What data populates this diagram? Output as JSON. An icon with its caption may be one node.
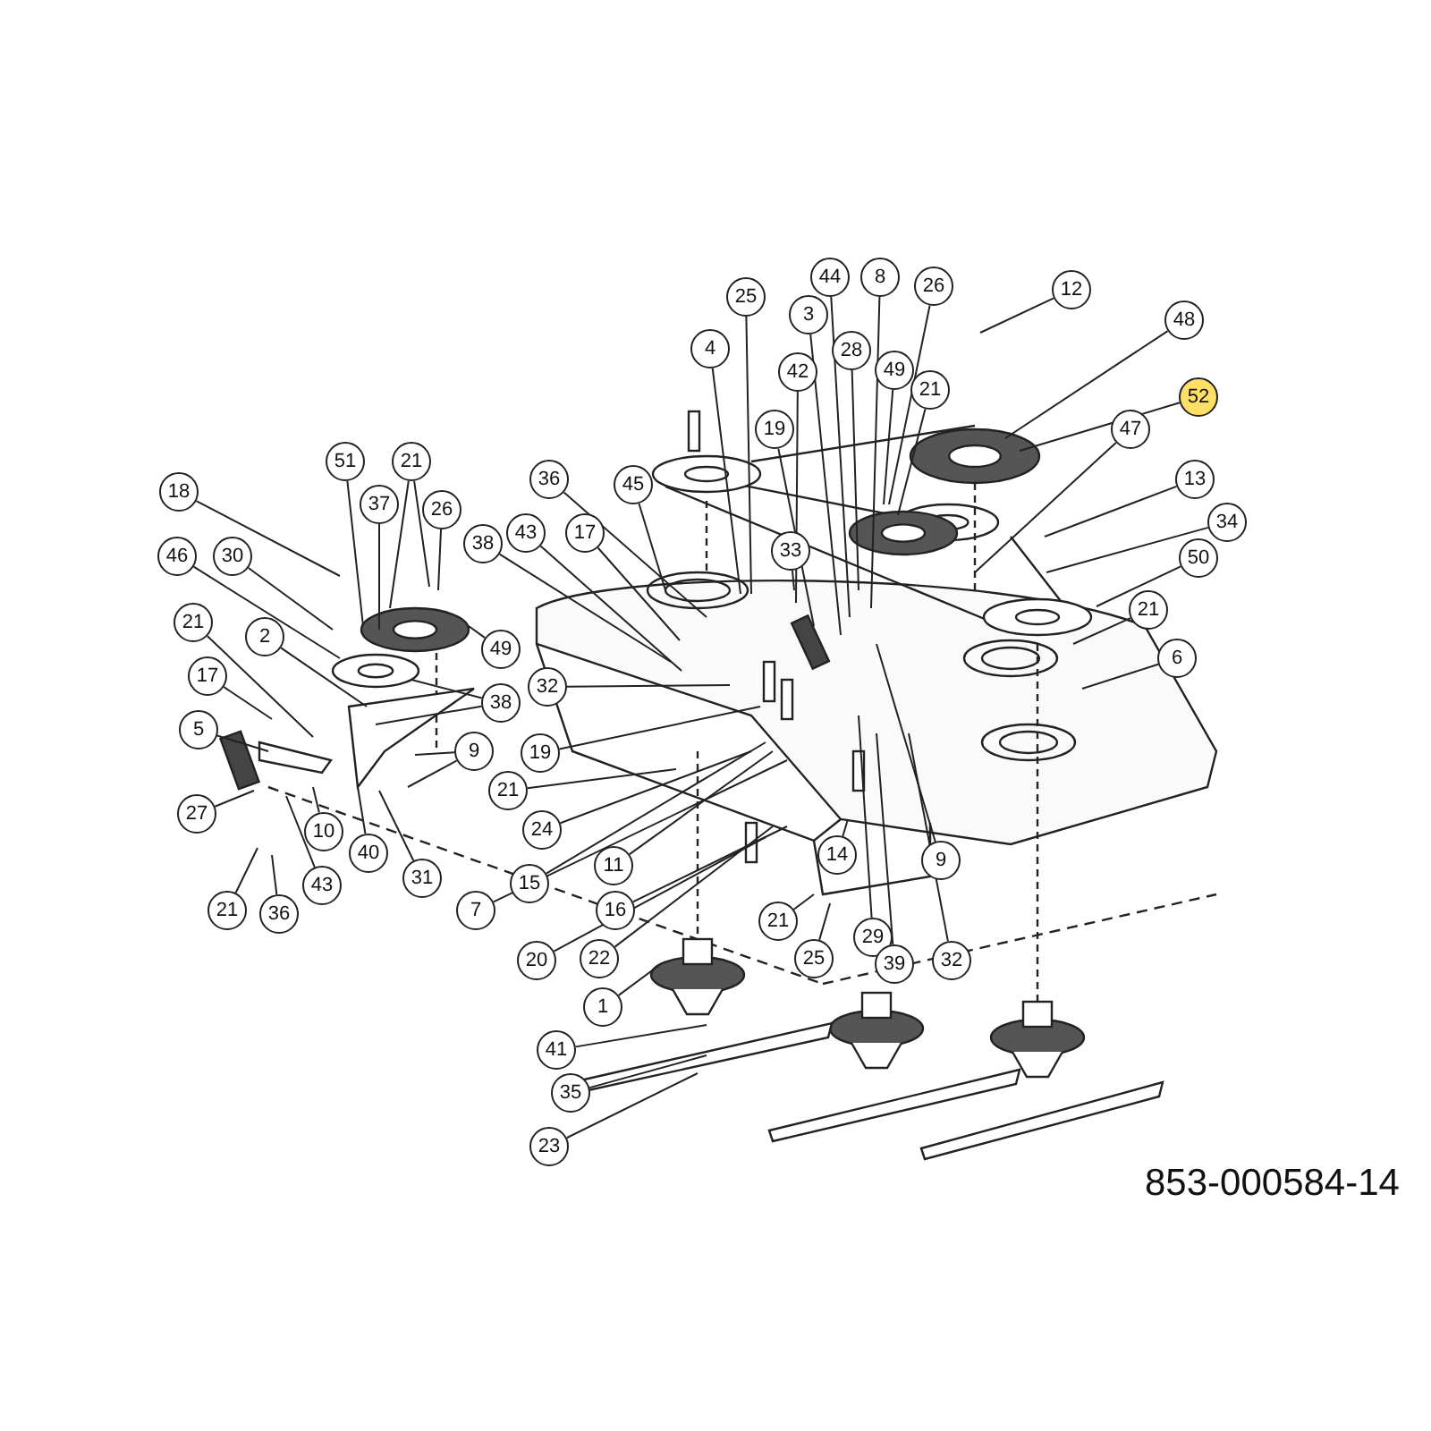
{
  "diagram": {
    "nodes": [
      {
        "text": [
          "18"
        ]
      },
      {
        "text": [
          "51"
        ]
      },
      {
        "text": [
          "21"
        ]
      },
      {
        "text": [
          "37"
        ]
      },
      {
        "text": [
          "26"
        ]
      },
      {
        "text": [
          "30"
        ]
      },
      {
        "text": [
          "46"
        ]
      },
      {
        "text": [
          "49"
        ]
      },
      {
        "text": [
          "2"
        ]
      },
      {
        "text": [
          "21"
        ]
      },
      {
        "text": [
          "38"
        ]
      },
      {
        "text": [
          "17"
        ]
      },
      {
        "text": [
          "5"
        ]
      },
      {
        "text": [
          "9"
        ]
      },
      {
        "text": [
          "27"
        ]
      },
      {
        "text": [
          "10"
        ]
      },
      {
        "text": [
          "43"
        ]
      },
      {
        "text": [
          "40"
        ]
      },
      {
        "text": [
          "31"
        ]
      },
      {
        "text": [
          "21"
        ]
      },
      {
        "text": [
          "36"
        ]
      },
      {
        "text": [
          "25"
        ]
      },
      {
        "text": [
          "44"
        ]
      },
      {
        "text": [
          "8"
        ]
      },
      {
        "text": [
          "26"
        ]
      },
      {
        "text": [
          "12"
        ]
      },
      {
        "text": [
          "3"
        ]
      },
      {
        "text": [
          "48"
        ]
      },
      {
        "text": [
          "4"
        ]
      },
      {
        "text": [
          "28"
        ]
      },
      {
        "text": [
          "42"
        ]
      },
      {
        "text": [
          "49"
        ]
      },
      {
        "text": [
          "21"
        ]
      },
      {
        "text": [
          "52"
        ]
      },
      {
        "text": [
          "19"
        ]
      },
      {
        "text": [
          "47"
        ]
      },
      {
        "text": [
          "36"
        ]
      },
      {
        "text": [
          "45"
        ]
      },
      {
        "text": [
          "13"
        ]
      },
      {
        "text": [
          "34"
        ]
      },
      {
        "text": [
          "38"
        ]
      },
      {
        "text": [
          "43"
        ]
      },
      {
        "text": [
          "17"
        ]
      },
      {
        "text": [
          "33"
        ]
      },
      {
        "text": [
          "50"
        ]
      },
      {
        "text": [
          "21"
        ]
      },
      {
        "text": [
          "32"
        ]
      },
      {
        "text": [
          "6"
        ]
      },
      {
        "text": [
          "19"
        ]
      },
      {
        "text": [
          "21"
        ]
      },
      {
        "text": [
          "24"
        ]
      },
      {
        "text": [
          "9"
        ]
      },
      {
        "text": [
          "11"
        ]
      },
      {
        "text": [
          "15"
        ]
      },
      {
        "text": [
          "14"
        ]
      },
      {
        "text": [
          "7"
        ]
      },
      {
        "text": [
          "16"
        ]
      },
      {
        "text": [
          "21"
        ]
      },
      {
        "text": [
          "29"
        ]
      },
      {
        "text": [
          "20"
        ]
      },
      {
        "text": [
          "22"
        ]
      },
      {
        "text": [
          "25"
        ]
      },
      {
        "text": [
          "39"
        ]
      },
      {
        "text": [
          "32"
        ]
      },
      {
        "text": [
          "1"
        ]
      },
      {
        "text": [
          "41"
        ]
      },
      {
        "text": [
          "35"
        ]
      },
      {
        "text": [
          "23"
        ]
      }
    ],
    "edges": [
      {
        "from": 0,
        "to": null,
        "arrow": "none"
      },
      {
        "from": 1,
        "to": null,
        "arrow": "none"
      },
      {
        "from": 2,
        "to": null,
        "arrow": "none"
      },
      {
        "from": 2,
        "to": null,
        "arrow": "none"
      },
      {
        "from": 3,
        "to": null,
        "arrow": "none"
      },
      {
        "from": 4,
        "to": null,
        "arrow": "none"
      },
      {
        "from": 5,
        "to": null,
        "arrow": "none"
      },
      {
        "from": 6,
        "to": null,
        "arrow": "none"
      },
      {
        "from": 7,
        "to": null,
        "arrow": "none"
      },
      {
        "from": 8,
        "to": null,
        "arrow": "none"
      },
      {
        "from": 9,
        "to": null,
        "arrow": "none"
      },
      {
        "from": 10,
        "to": null,
        "arrow": "none"
      },
      {
        "from": 10,
        "to": null,
        "arrow": "none"
      },
      {
        "from": 11,
        "to": null,
        "arrow": "none"
      },
      {
        "from": 12,
        "to": null,
        "arrow": "none"
      },
      {
        "from": 13,
        "to": null,
        "arrow": "none"
      },
      {
        "from": 13,
        "to": null,
        "arrow": "none"
      },
      {
        "from": 14,
        "to": null,
        "arrow": "none"
      },
      {
        "from": 15,
        "to": null,
        "arrow": "none"
      },
      {
        "from": 16,
        "to": null,
        "arrow": "none"
      },
      {
        "from": 17,
        "to": null,
        "arrow": "none"
      },
      {
        "from": 18,
        "to": null,
        "arrow": "none"
      },
      {
        "from": 19,
        "to": null,
        "arrow": "none"
      },
      {
        "from": 20,
        "to": null,
        "arrow": "none"
      },
      {
        "from": 21,
        "to": null,
        "arrow": "none"
      },
      {
        "from": 22,
        "to": null,
        "arrow": "none"
      },
      {
        "from": 23,
        "to": null,
        "arrow": "none"
      },
      {
        "from": 24,
        "to": null,
        "arrow": "none"
      },
      {
        "from": 25,
        "to": null,
        "arrow": "none"
      },
      {
        "from": 26,
        "to": null,
        "arrow": "none"
      },
      {
        "from": 27,
        "to": null,
        "arrow": "none"
      },
      {
        "from": 28,
        "to": null,
        "arrow": "none"
      },
      {
        "from": 29,
        "to": null,
        "arrow": "none"
      },
      {
        "from": 30,
        "to": null,
        "arrow": "none"
      },
      {
        "from": 31,
        "to": null,
        "arrow": "none"
      },
      {
        "from": 32,
        "to": null,
        "arrow": "none"
      },
      {
        "from": 33,
        "to": null,
        "arrow": "none"
      },
      {
        "from": 34,
        "to": null,
        "arrow": "none"
      },
      {
        "from": 35,
        "to": null,
        "arrow": "none"
      },
      {
        "from": 36,
        "to": null,
        "arrow": "none"
      },
      {
        "from": 37,
        "to": null,
        "arrow": "none"
      },
      {
        "from": 38,
        "to": null,
        "arrow": "none"
      },
      {
        "from": 39,
        "to": null,
        "arrow": "none"
      },
      {
        "from": 40,
        "to": null,
        "arrow": "none"
      },
      {
        "from": 41,
        "to": null,
        "arrow": "none"
      },
      {
        "from": 42,
        "to": null,
        "arrow": "none"
      },
      {
        "from": 43,
        "to": null,
        "arrow": "none"
      },
      {
        "from": 44,
        "to": null,
        "arrow": "none"
      },
      {
        "from": 45,
        "to": null,
        "arrow": "none"
      },
      {
        "from": 46,
        "to": null,
        "arrow": "none"
      },
      {
        "from": 47,
        "to": null,
        "arrow": "none"
      },
      {
        "from": 48,
        "to": null,
        "arrow": "none"
      },
      {
        "from": 49,
        "to": null,
        "arrow": "none"
      },
      {
        "from": 50,
        "to": null,
        "arrow": "none"
      },
      {
        "from": 51,
        "to": null,
        "arrow": "none"
      },
      {
        "from": 52,
        "to": null,
        "arrow": "none"
      },
      {
        "from": 53,
        "to": null,
        "arrow": "none"
      },
      {
        "from": 54,
        "to": null,
        "arrow": "none"
      },
      {
        "from": 55,
        "to": null,
        "arrow": "none"
      },
      {
        "from": 56,
        "to": null,
        "arrow": "none"
      },
      {
        "from": 57,
        "to": null,
        "arrow": "none"
      },
      {
        "from": 58,
        "to": null,
        "arrow": "none"
      },
      {
        "from": 59,
        "to": null,
        "arrow": "none"
      },
      {
        "from": 60,
        "to": null,
        "arrow": "none"
      },
      {
        "from": 61,
        "to": null,
        "arrow": "none"
      },
      {
        "from": 62,
        "to": null,
        "arrow": "none"
      },
      {
        "from": 63,
        "to": null,
        "arrow": "none"
      },
      {
        "from": 64,
        "to": null,
        "arrow": "none"
      },
      {
        "from": 65,
        "to": null,
        "arrow": "none"
      },
      {
        "from": 66,
        "to": null,
        "arrow": "none"
      },
      {
        "from": 67,
        "to": null,
        "arrow": "none"
      }
    ],
    "labels": [
      "853-000584-14"
    ]
  }
}
